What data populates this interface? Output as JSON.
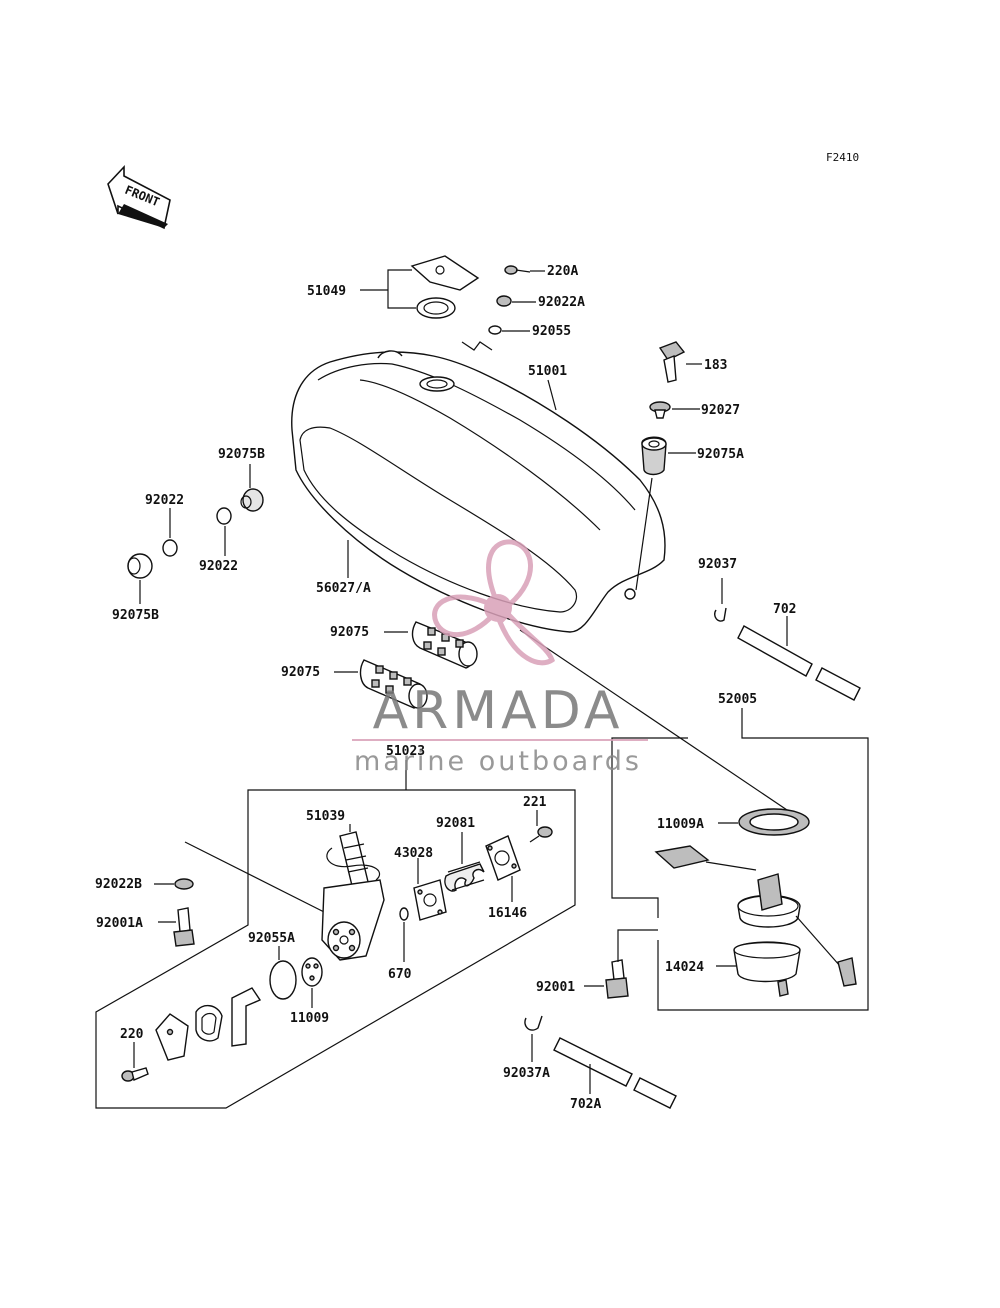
{
  "figure_code": "F2410",
  "front_label": "FRONT",
  "watermark": {
    "brand": "ARMADA",
    "tagline": "marine outboards",
    "brand_color": "#777777",
    "accent_color": "#d9a0b8"
  },
  "callouts": {
    "c51049": "51049",
    "c220A": "220A",
    "c92022A": "92022A",
    "c92055": "92055",
    "c51001": "51001",
    "c183": "183",
    "c92027": "92027",
    "c92075A": "92075A",
    "c92075B_top": "92075B",
    "c92022_top": "92022",
    "c92022_mid": "92022",
    "c92075B_bot": "92075B",
    "c56027": "56027/A",
    "c92037": "92037",
    "c702": "702",
    "c92075_a": "92075",
    "c92075_b": "92075",
    "c52005": "52005",
    "c51023": "51023",
    "c51039": "51039",
    "c92081": "92081",
    "c221": "221",
    "c43028": "43028",
    "c16146": "16146",
    "c11009A": "11009A",
    "c92022B": "92022B",
    "c92001A": "92001A",
    "c92055A": "92055A",
    "c670": "670",
    "c11009": "11009",
    "c14024": "14024",
    "c92001": "92001",
    "c220": "220",
    "c92037A": "92037A",
    "c702A": "702A"
  }
}
